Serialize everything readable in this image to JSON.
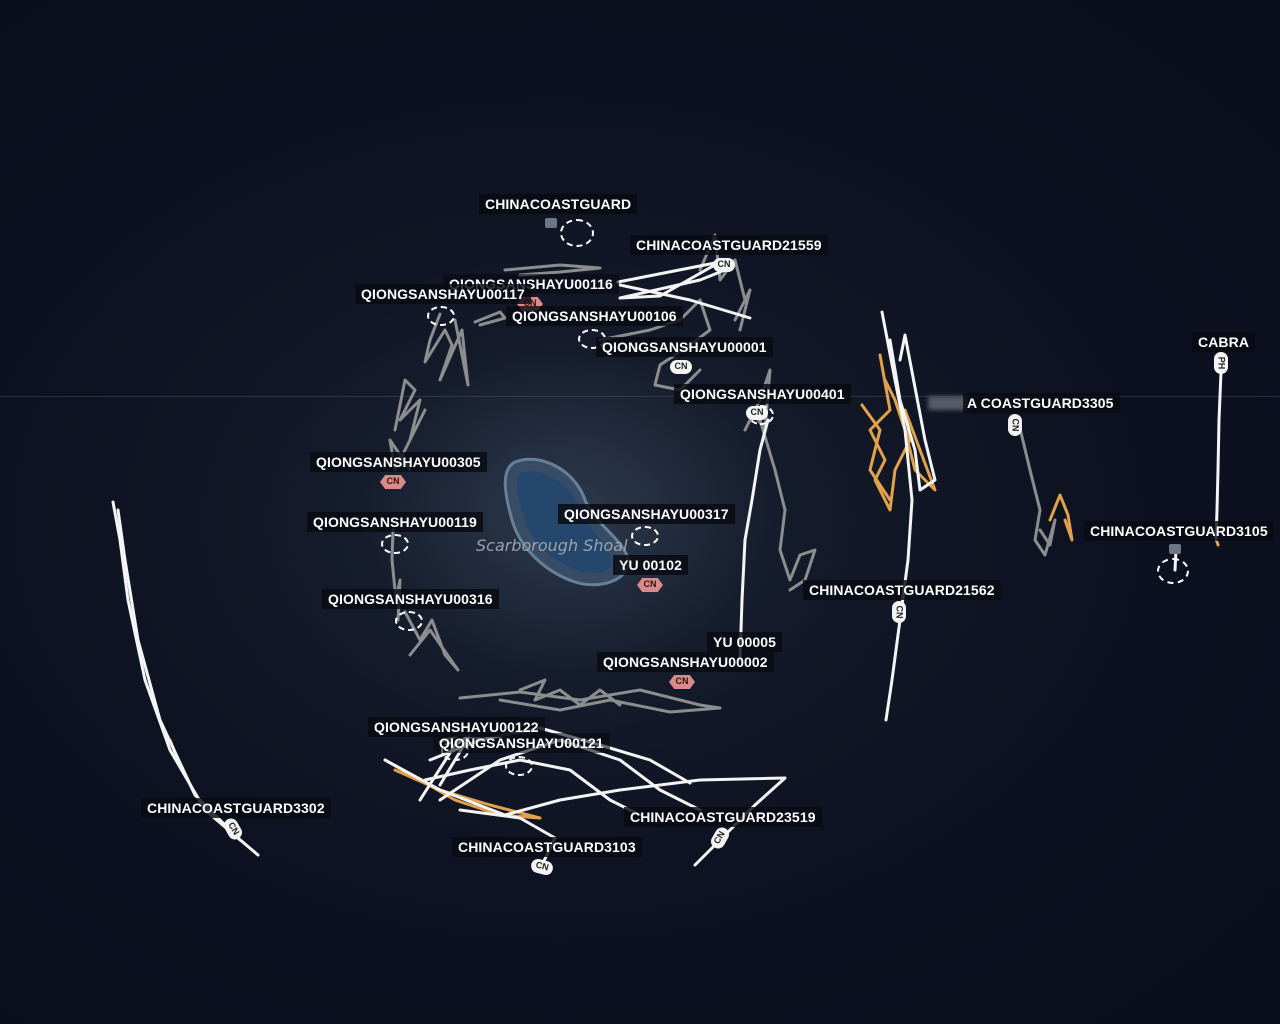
{
  "map": {
    "place_label": "Scarborough Shoal",
    "colors": {
      "track_white": "#f4f4f4",
      "track_gray": "#9a9a9a",
      "track_orange": "#e2a24a",
      "water": "#0c1020",
      "shoal_lagoon": "#2b4a6e"
    }
  },
  "vessels": [
    {
      "name": "CHINACOASTGUARD",
      "flag": ""
    },
    {
      "name": "CHINACOASTGUARD21559",
      "flag": "CN"
    },
    {
      "name": "QIONGSANSHAYU00116",
      "flag": "CN"
    },
    {
      "name": "QIONGSANSHAYU00117",
      "flag": ""
    },
    {
      "name": "QIONGSANSHAYU00106",
      "flag": ""
    },
    {
      "name": "QIONGSANSHAYU00001",
      "flag": "CN"
    },
    {
      "name": "QIONGSANSHAYU00401",
      "flag": "CN"
    },
    {
      "name": "A COASTGUARD3305",
      "flag": "CN"
    },
    {
      "name": "CABRA",
      "flag": "PH"
    },
    {
      "name": "QIONGSANSHAYU00305",
      "flag": "CN"
    },
    {
      "name": "QIONGSANSHAYU00119",
      "flag": ""
    },
    {
      "name": "QIONGSANSHAYU00317",
      "flag": ""
    },
    {
      "name": "YU 00102",
      "flag": "CN"
    },
    {
      "name": "CHINACOASTGUARD21562",
      "flag": "CN"
    },
    {
      "name": "CHINACOASTGUARD3105",
      "flag": ""
    },
    {
      "name": "QIONGSANSHAYU00316",
      "flag": ""
    },
    {
      "name": "YU 00005",
      "flag": ""
    },
    {
      "name": "QIONGSANSHAYU00002",
      "flag": "CN"
    },
    {
      "name": "QIONGSANSHAYU00122",
      "flag": ""
    },
    {
      "name": "QIONGSANSHAYU00121",
      "flag": ""
    },
    {
      "name": "CHINACOASTGUARD3302",
      "flag": "CN"
    },
    {
      "name": "CHINACOASTGUARD23519",
      "flag": "CN"
    },
    {
      "name": "CHINACOASTGUARD3103",
      "flag": "CN"
    }
  ]
}
